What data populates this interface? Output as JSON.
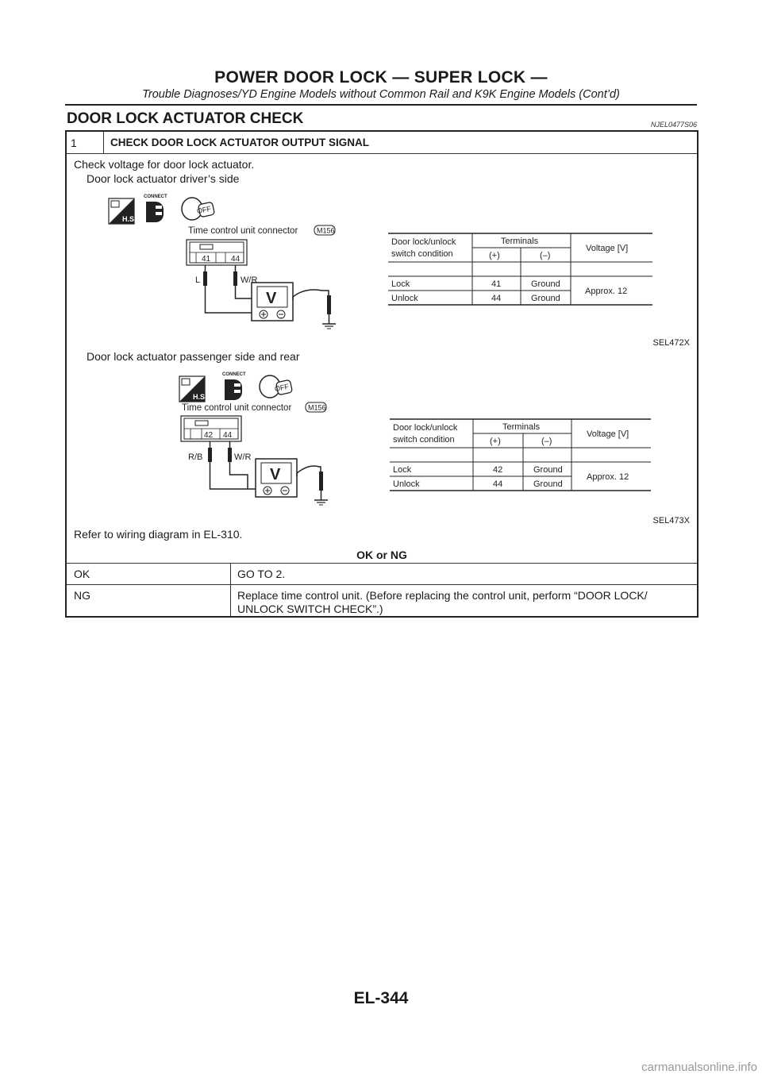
{
  "header": {
    "title": "POWER DOOR LOCK — SUPER LOCK —",
    "subtitle": "Trouble Diagnoses/YD Engine Models without Common Rail and K9K Engine Models (Cont’d)"
  },
  "section": {
    "title": "DOOR LOCK ACTUATOR CHECK",
    "code": "NJEL0477S06"
  },
  "step": {
    "number": "1",
    "title": "CHECK DOOR LOCK ACTUATOR OUTPUT SIGNAL",
    "intro": "Check voltage for door lock actuator.",
    "driver_label": "Door lock actuator driver’s side",
    "passenger_label": "Door lock actuator passenger side and rear",
    "refer": "Refer to wiring diagram in EL-310.",
    "ok_ng_label": "OK or NG"
  },
  "figures": [
    {
      "id": "SEL472X",
      "connector_label": "Time control unit connector",
      "connector_id": "M156",
      "pins": [
        "41",
        "44"
      ],
      "wires": [
        "L",
        "W/R"
      ],
      "icon_labels": {
        "hs": "H.S.",
        "connect": "CONNECT",
        "off": "OFF"
      },
      "meter": "V",
      "table": {
        "head_condition": "Door lock/unlock switch condition",
        "head_terminals": "Terminals",
        "head_plus": "(+)",
        "head_minus": "(–)",
        "head_voltage": "Voltage [V]",
        "rows": [
          {
            "condition": "Lock",
            "plus": "41",
            "minus": "Ground"
          },
          {
            "condition": "Unlock",
            "plus": "44",
            "minus": "Ground"
          }
        ],
        "voltage": "Approx. 12"
      }
    },
    {
      "id": "SEL473X",
      "connector_label": "Time control unit connector",
      "connector_id": "M156",
      "pins": [
        "42",
        "44"
      ],
      "wires": [
        "R/B",
        "W/R"
      ],
      "icon_labels": {
        "hs": "H.S.",
        "connect": "CONNECT",
        "off": "OFF"
      },
      "meter": "V",
      "table": {
        "head_condition": "Door lock/unlock switch condition",
        "head_terminals": "Terminals",
        "head_plus": "(+)",
        "head_minus": "(–)",
        "head_voltage": "Voltage [V]",
        "rows": [
          {
            "condition": "Lock",
            "plus": "42",
            "minus": "Ground"
          },
          {
            "condition": "Unlock",
            "plus": "44",
            "minus": "Ground"
          }
        ],
        "voltage": "Approx. 12"
      }
    }
  ],
  "results": [
    {
      "status": "OK",
      "action": "GO TO 2."
    },
    {
      "status": "NG",
      "action_line1": "Replace time control unit. (Before replacing the control unit, perform “DOOR LOCK/",
      "action_line2": "UNLOCK SWITCH CHECK”.)"
    }
  ],
  "footer": {
    "page": "EL-344"
  },
  "watermark": "carmanualsonline.info"
}
